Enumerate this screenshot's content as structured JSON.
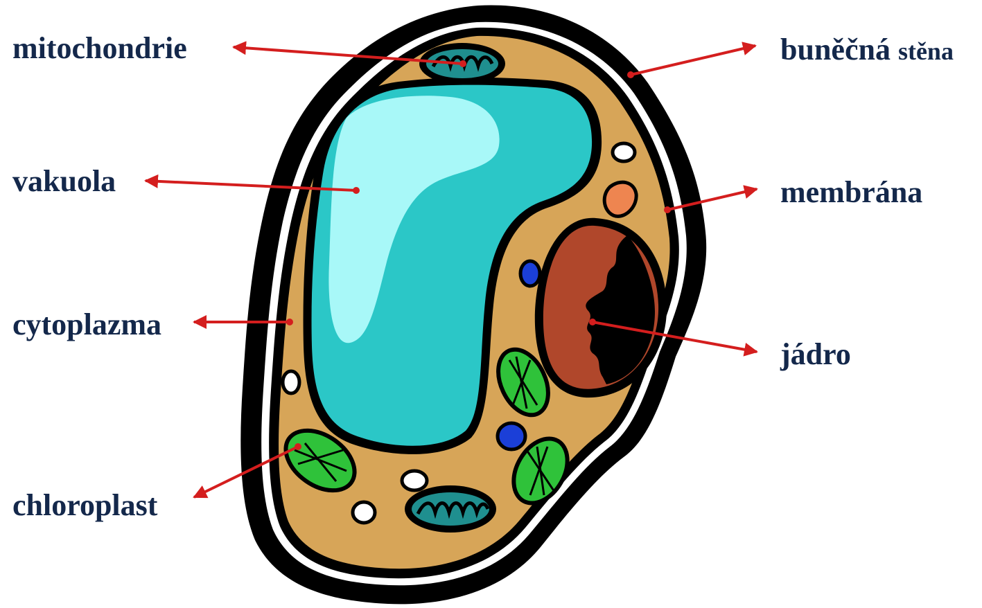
{
  "labels": {
    "mitochondrie": "mitochondrie",
    "bunecna_main": "buněčná",
    "bunecna_second": "stěna",
    "vakuola": "vakuola",
    "membrana": "membrána",
    "cytoplazma": "cytoplazma",
    "jadro": "jádro",
    "chloroplast": "chloroplast"
  },
  "colors": {
    "label_text": "#14284b",
    "arrow": "#d41e1e",
    "cell_wall": "#000000",
    "cytoplasm": "#d7a558",
    "vacuole": "#2bc7c7",
    "vacuole_highlight": "#a8f8f8",
    "nucleus": "#b0472b",
    "chloroplast": "#2fc23a",
    "mitochondria": "#1f8f8f",
    "vesicle_blue": "#1b3fd8",
    "vesicle_orange": "#ee8550"
  }
}
